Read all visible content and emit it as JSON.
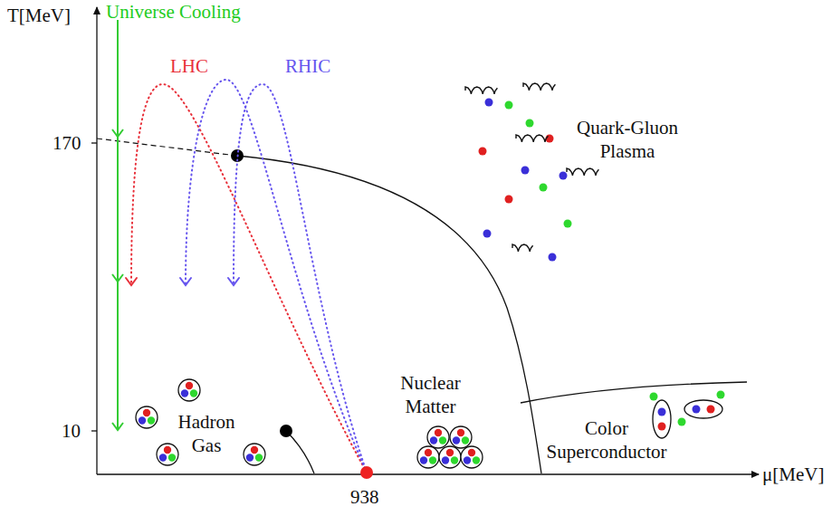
{
  "diagram": {
    "labels": [
      "T[MeV]",
      "Universe Cooling",
      "LHC",
      "RHIC",
      "170",
      "10",
      "μ[MeV]",
      "938",
      "Quark-Gluon Plasma",
      "Hadron Gas",
      "Nuclear Matter",
      "Color Superconductor"
    ]
  }
}
